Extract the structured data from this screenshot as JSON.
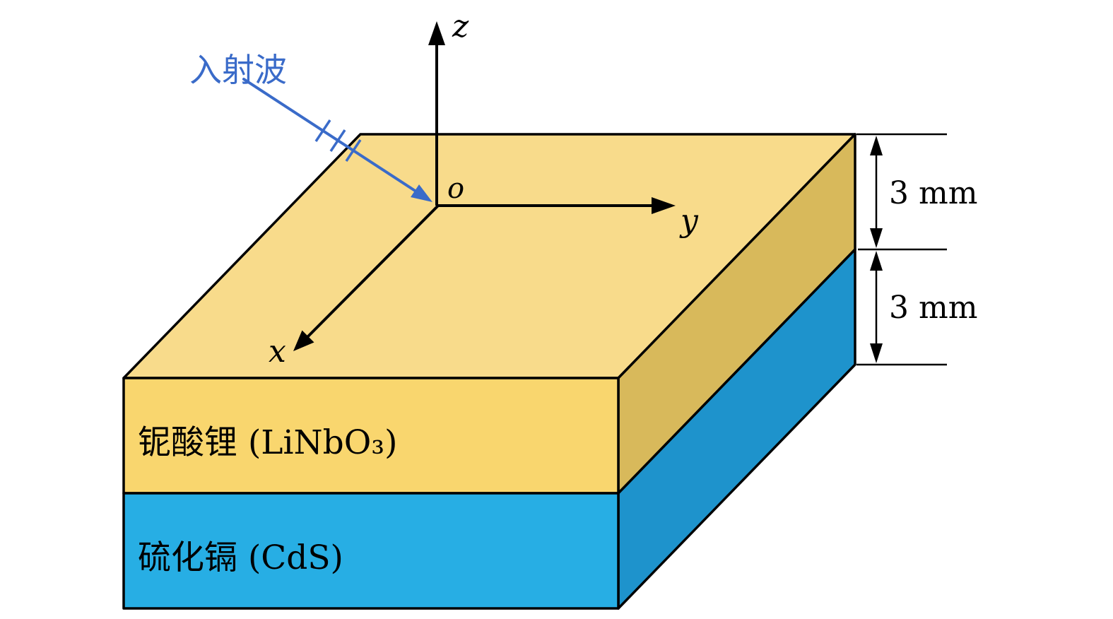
{
  "diagram": {
    "incident_wave": {
      "label": "入射波",
      "color": "#3A6BC9"
    },
    "axes": {
      "x_label": "x",
      "y_label": "y",
      "z_label": "z",
      "origin_label": "o",
      "color": "#000000"
    },
    "layers": [
      {
        "material": "lithium-niobate",
        "label": "铌酸锂 (LiNbO₃)",
        "thickness_label": "3 mm",
        "front_color": "#F9D66E",
        "side_color": "#D8B95B"
      },
      {
        "material": "cadmium-sulfide",
        "label": "硫化镉 (CdS)",
        "thickness_label": "3 mm",
        "front_color": "#27AEE4",
        "side_color": "#1E93CC"
      }
    ],
    "top_face_color": "#F8DB8B",
    "outline_color": "#000000"
  }
}
